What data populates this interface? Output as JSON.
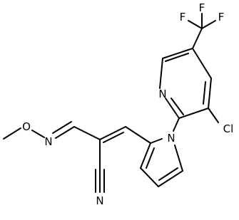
{
  "structure": {
    "atoms": {
      "f_top": "F",
      "f_left": "F",
      "f_right": "F",
      "n_pyridine": "N",
      "cl": "Cl",
      "n_pyrrole": "N",
      "n_oxime": "N",
      "o_methoxy": "O",
      "n_nitrile": "N"
    }
  }
}
